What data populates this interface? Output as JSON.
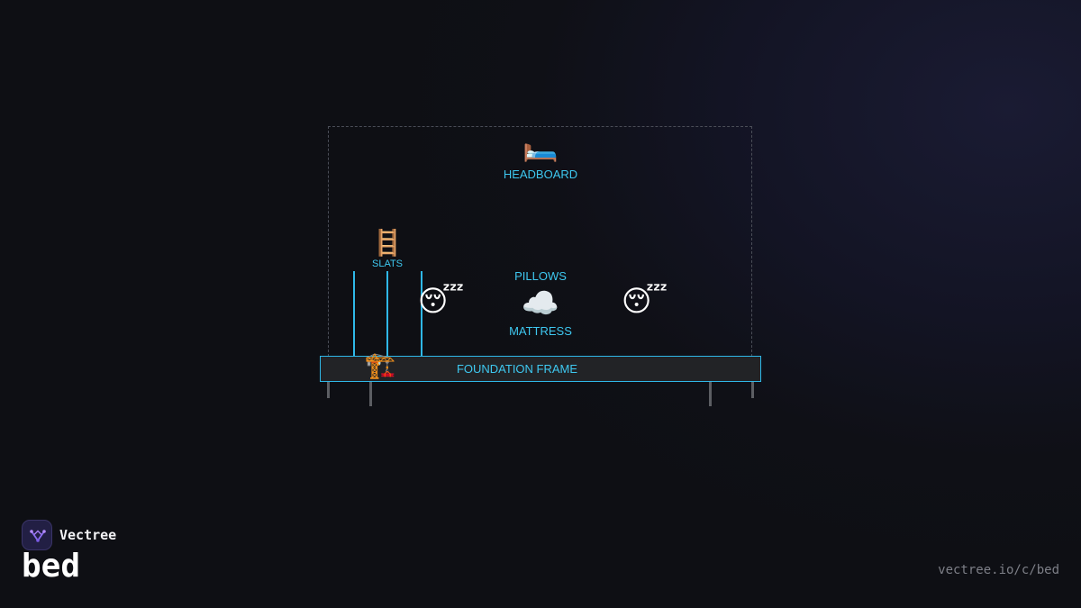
{
  "diagram": {
    "headboard": {
      "icon": "bed-icon",
      "glyph": "🛏️",
      "label": "HEADBOARD"
    },
    "slats": {
      "icon": "ladder-icon",
      "glyph": "🪜",
      "label": "SLATS"
    },
    "pillows": {
      "label": "PILLOWS",
      "icon": "sleeping-face-icon",
      "glyph": "😴"
    },
    "mattress": {
      "icon": "cloud-icon",
      "glyph": "☁️",
      "label": "MATTRESS"
    },
    "foundation": {
      "icon": "construction-crane-icon",
      "glyph": "🏗️",
      "label": "FOUNDATION FRAME"
    },
    "colors": {
      "accent": "#3ec8f0",
      "frame_fill": "#222326",
      "leg": "#5c5e63",
      "outline": "#4a4d57"
    }
  },
  "brand": {
    "logo_icon": "vectree-logo-icon",
    "name": "Vectree"
  },
  "page": {
    "title": "bed",
    "url": "vectree.io/c/bed"
  }
}
